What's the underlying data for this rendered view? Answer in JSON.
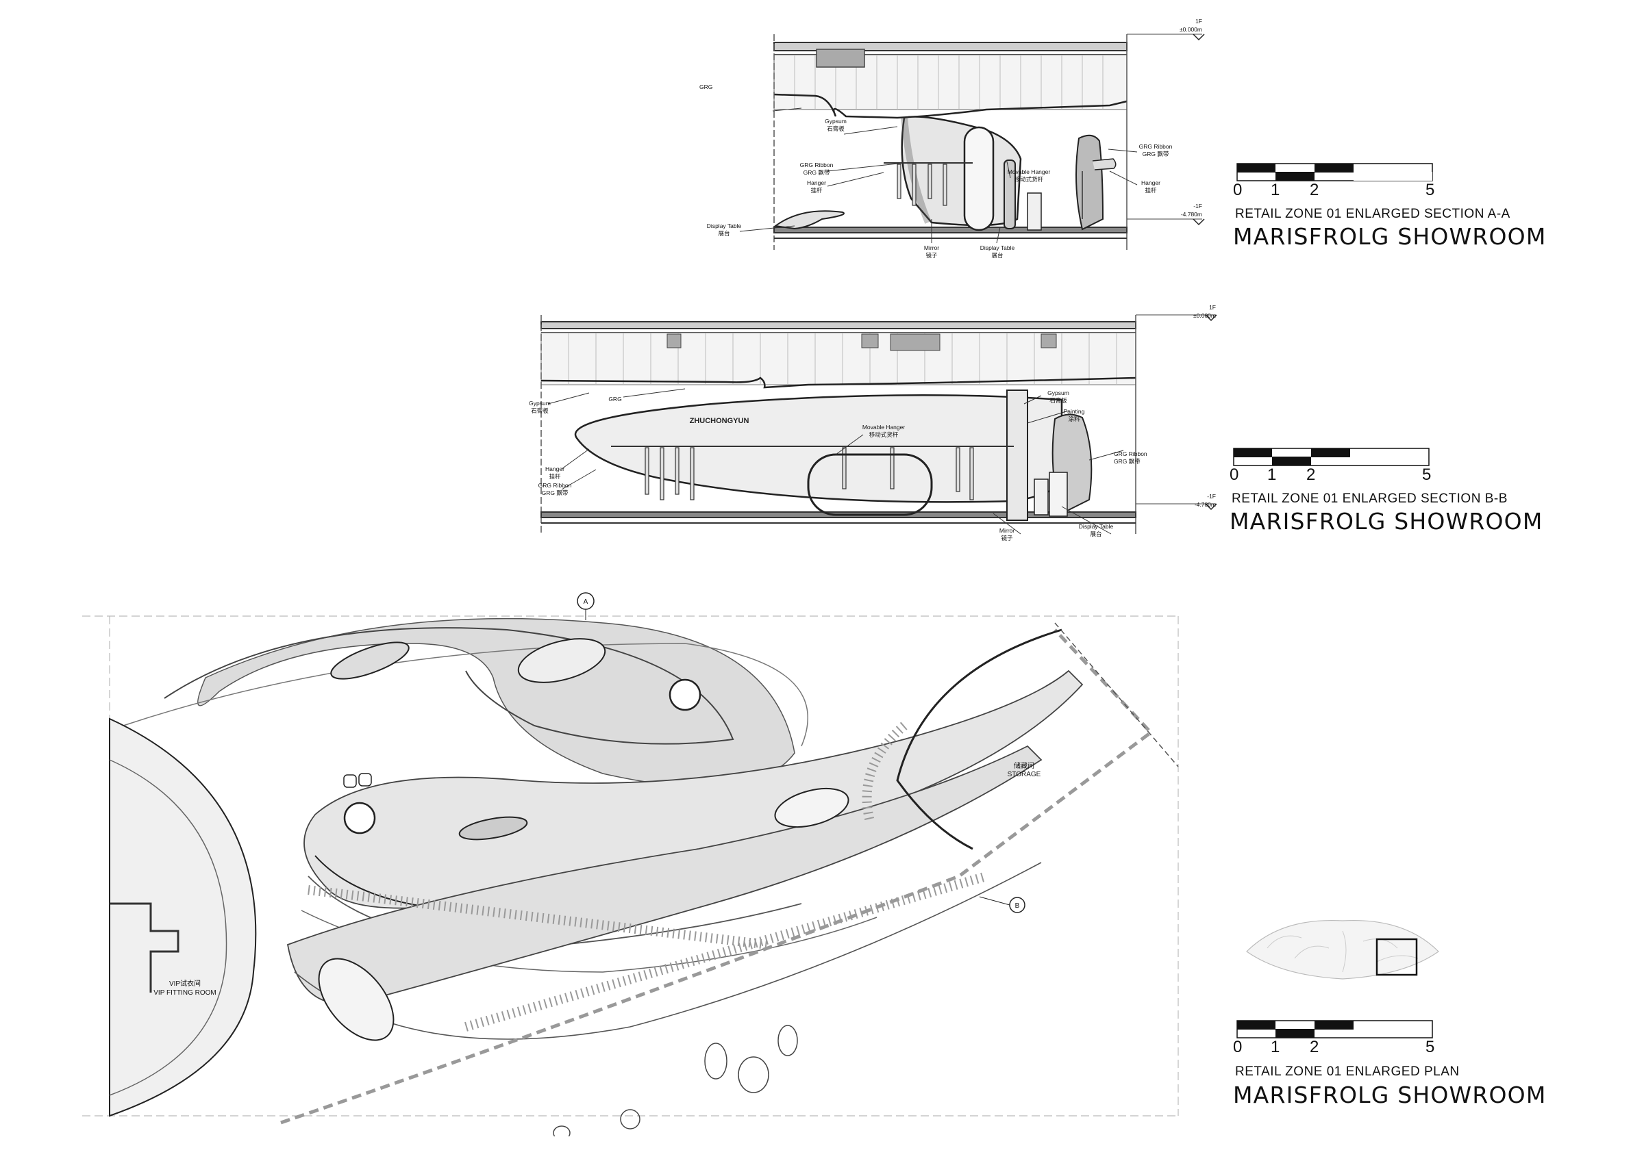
{
  "sections": {
    "a": {
      "levels": {
        "top_floor": "1F",
        "top_elev": "±0.000m",
        "bottom_floor": "-1F",
        "bottom_elev": "-4.780m"
      },
      "callouts": [
        {
          "en": "GRG",
          "zh": ""
        },
        {
          "en": "Gypsum",
          "zh": "石膏板"
        },
        {
          "en": "GRG Ribbon",
          "zh": "GRG 飘带"
        },
        {
          "en": "Hanger",
          "zh": "挂杆"
        },
        {
          "en": "Display Table",
          "zh": "展台"
        },
        {
          "en": "Movable Hanger",
          "zh": "移动式货杆"
        },
        {
          "en": "Mirror",
          "zh": "镜子"
        },
        {
          "en": "Display Table",
          "zh": "展台"
        },
        {
          "en": "GRG Ribbon",
          "zh": "GRG 飘带"
        },
        {
          "en": "Hanger",
          "zh": "挂杆"
        }
      ]
    },
    "b": {
      "levels": {
        "top_floor": "1F",
        "top_elev": "±0.000m",
        "bottom_floor": "-1F",
        "bottom_elev": "-4.780m"
      },
      "logo_text": "ZHUCHONGYUN",
      "callouts": [
        {
          "en": "Gypsum",
          "zh": "石膏板"
        },
        {
          "en": "GRG",
          "zh": ""
        },
        {
          "en": "Hanger",
          "zh": "挂杆"
        },
        {
          "en": "GRG Ribbon",
          "zh": "GRG 飘带"
        },
        {
          "en": "Movable Hanger",
          "zh": "移动式货杆"
        },
        {
          "en": "Gypsum",
          "zh": "石膏板"
        },
        {
          "en": "Painting",
          "zh": "涂料"
        },
        {
          "en": "GRG Ribbon",
          "zh": "GRG 飘带"
        },
        {
          "en": "Mirror",
          "zh": "镜子"
        },
        {
          "en": "Display Table",
          "zh": "展台"
        }
      ]
    }
  },
  "plan": {
    "storage_zh": "储藏间",
    "storage_en": "STORAGE",
    "vip_zh": "VIP试衣间",
    "vip_en": "VIP FITTING ROOM",
    "marker_a": "A",
    "marker_b": "B"
  },
  "title_blocks": [
    {
      "subtitle": "RETAIL ZONE 01 ENLARGED SECTION A-A",
      "title": "MARISFROLG SHOWROOM",
      "scale": [
        "0",
        "1",
        "2",
        "5"
      ]
    },
    {
      "subtitle": "RETAIL ZONE 01 ENLARGED SECTION B-B",
      "title": "MARISFROLG SHOWROOM",
      "scale": [
        "0",
        "1",
        "2",
        "5"
      ]
    },
    {
      "subtitle": "RETAIL ZONE 01 ENLARGED PLAN",
      "title": "MARISFROLG SHOWROOM",
      "scale": [
        "0",
        "1",
        "2",
        "5"
      ]
    }
  ]
}
